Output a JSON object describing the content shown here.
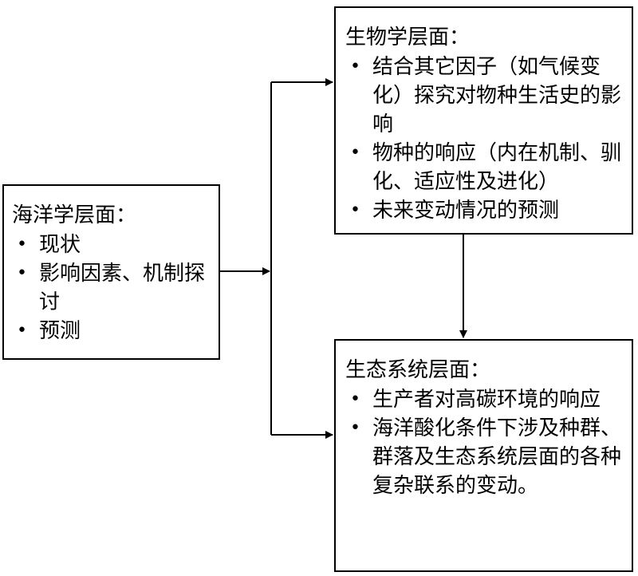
{
  "ocean_level": {
    "title": "海洋学层面：",
    "items": [
      "现状",
      "影响因素、机制探讨",
      "预测"
    ]
  },
  "biology_level": {
    "title": "生物学层面：",
    "items": [
      "结合其它因子（如气候变化）探究对物种生活史的影响",
      "物种的响应（内在机制、驯化、适应性及进化）",
      "未来变动情况的预测"
    ]
  },
  "ecosystem_level": {
    "title": "生态系统层面：",
    "items": [
      "生产者对高碳环境的响应",
      "海洋酸化条件下涉及种群、群落及生态系统层面的各种复杂联系的变动。"
    ]
  },
  "bullet_symbol": "•"
}
